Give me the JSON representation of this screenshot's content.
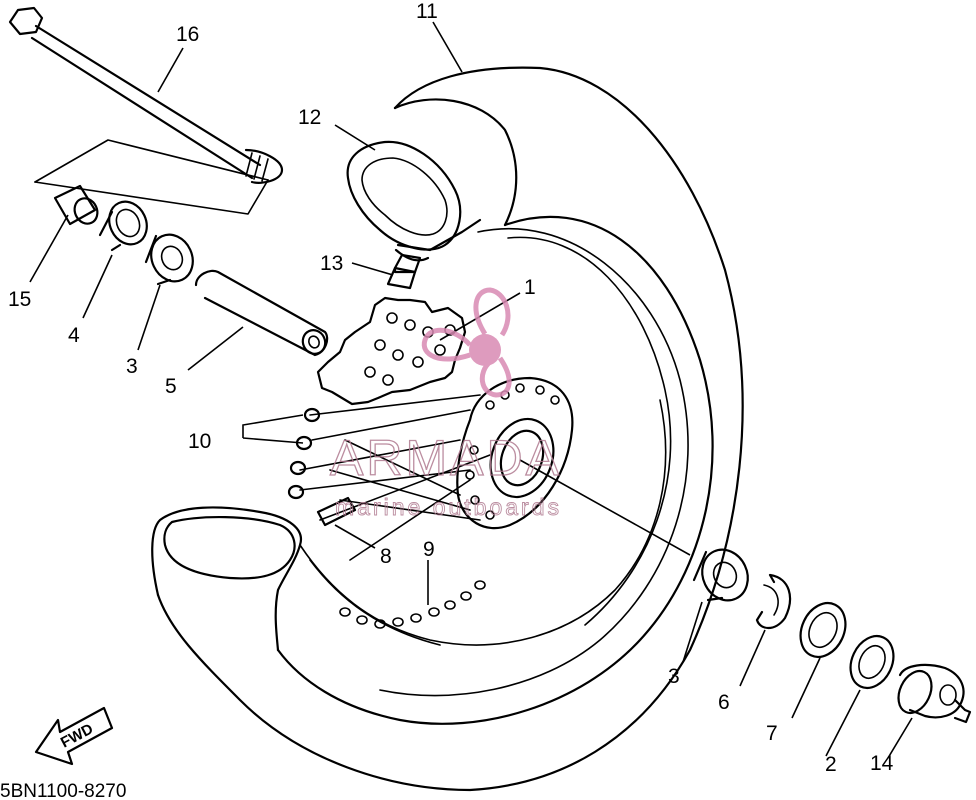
{
  "catalog_number": "5BN1100-8270",
  "direction_label": "FWD",
  "watermark": {
    "brand": "ARMADA",
    "tagline": "marine outboards"
  },
  "callouts": [
    "1",
    "2",
    "3",
    "3",
    "4",
    "5",
    "6",
    "7",
    "8",
    "9",
    "10",
    "11",
    "12",
    "13",
    "14",
    "15",
    "16"
  ]
}
